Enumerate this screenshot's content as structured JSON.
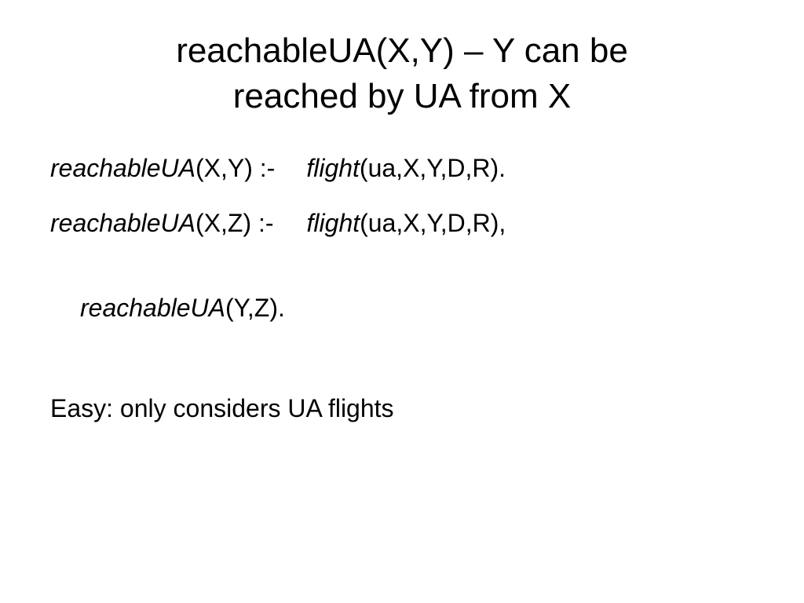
{
  "title": {
    "line1": "reachableUA(X,Y) – Y can be",
    "line2": "reached by UA from X"
  },
  "rules": {
    "rule1": {
      "head_pred": "reachableUA",
      "head_args": "(X,Y) :-",
      "body_pred": "flight",
      "body_args": "(ua,X,Y,D,R)."
    },
    "rule2": {
      "head_pred": "reachableUA",
      "head_args": "(X,Z) :-",
      "body_pred": "flight",
      "body_args": "(ua,X,Y,D,R),"
    },
    "rule2_cont": {
      "pred": "reachableUA",
      "args": "(Y,Z)."
    }
  },
  "note": "Easy: only considers UA flights"
}
